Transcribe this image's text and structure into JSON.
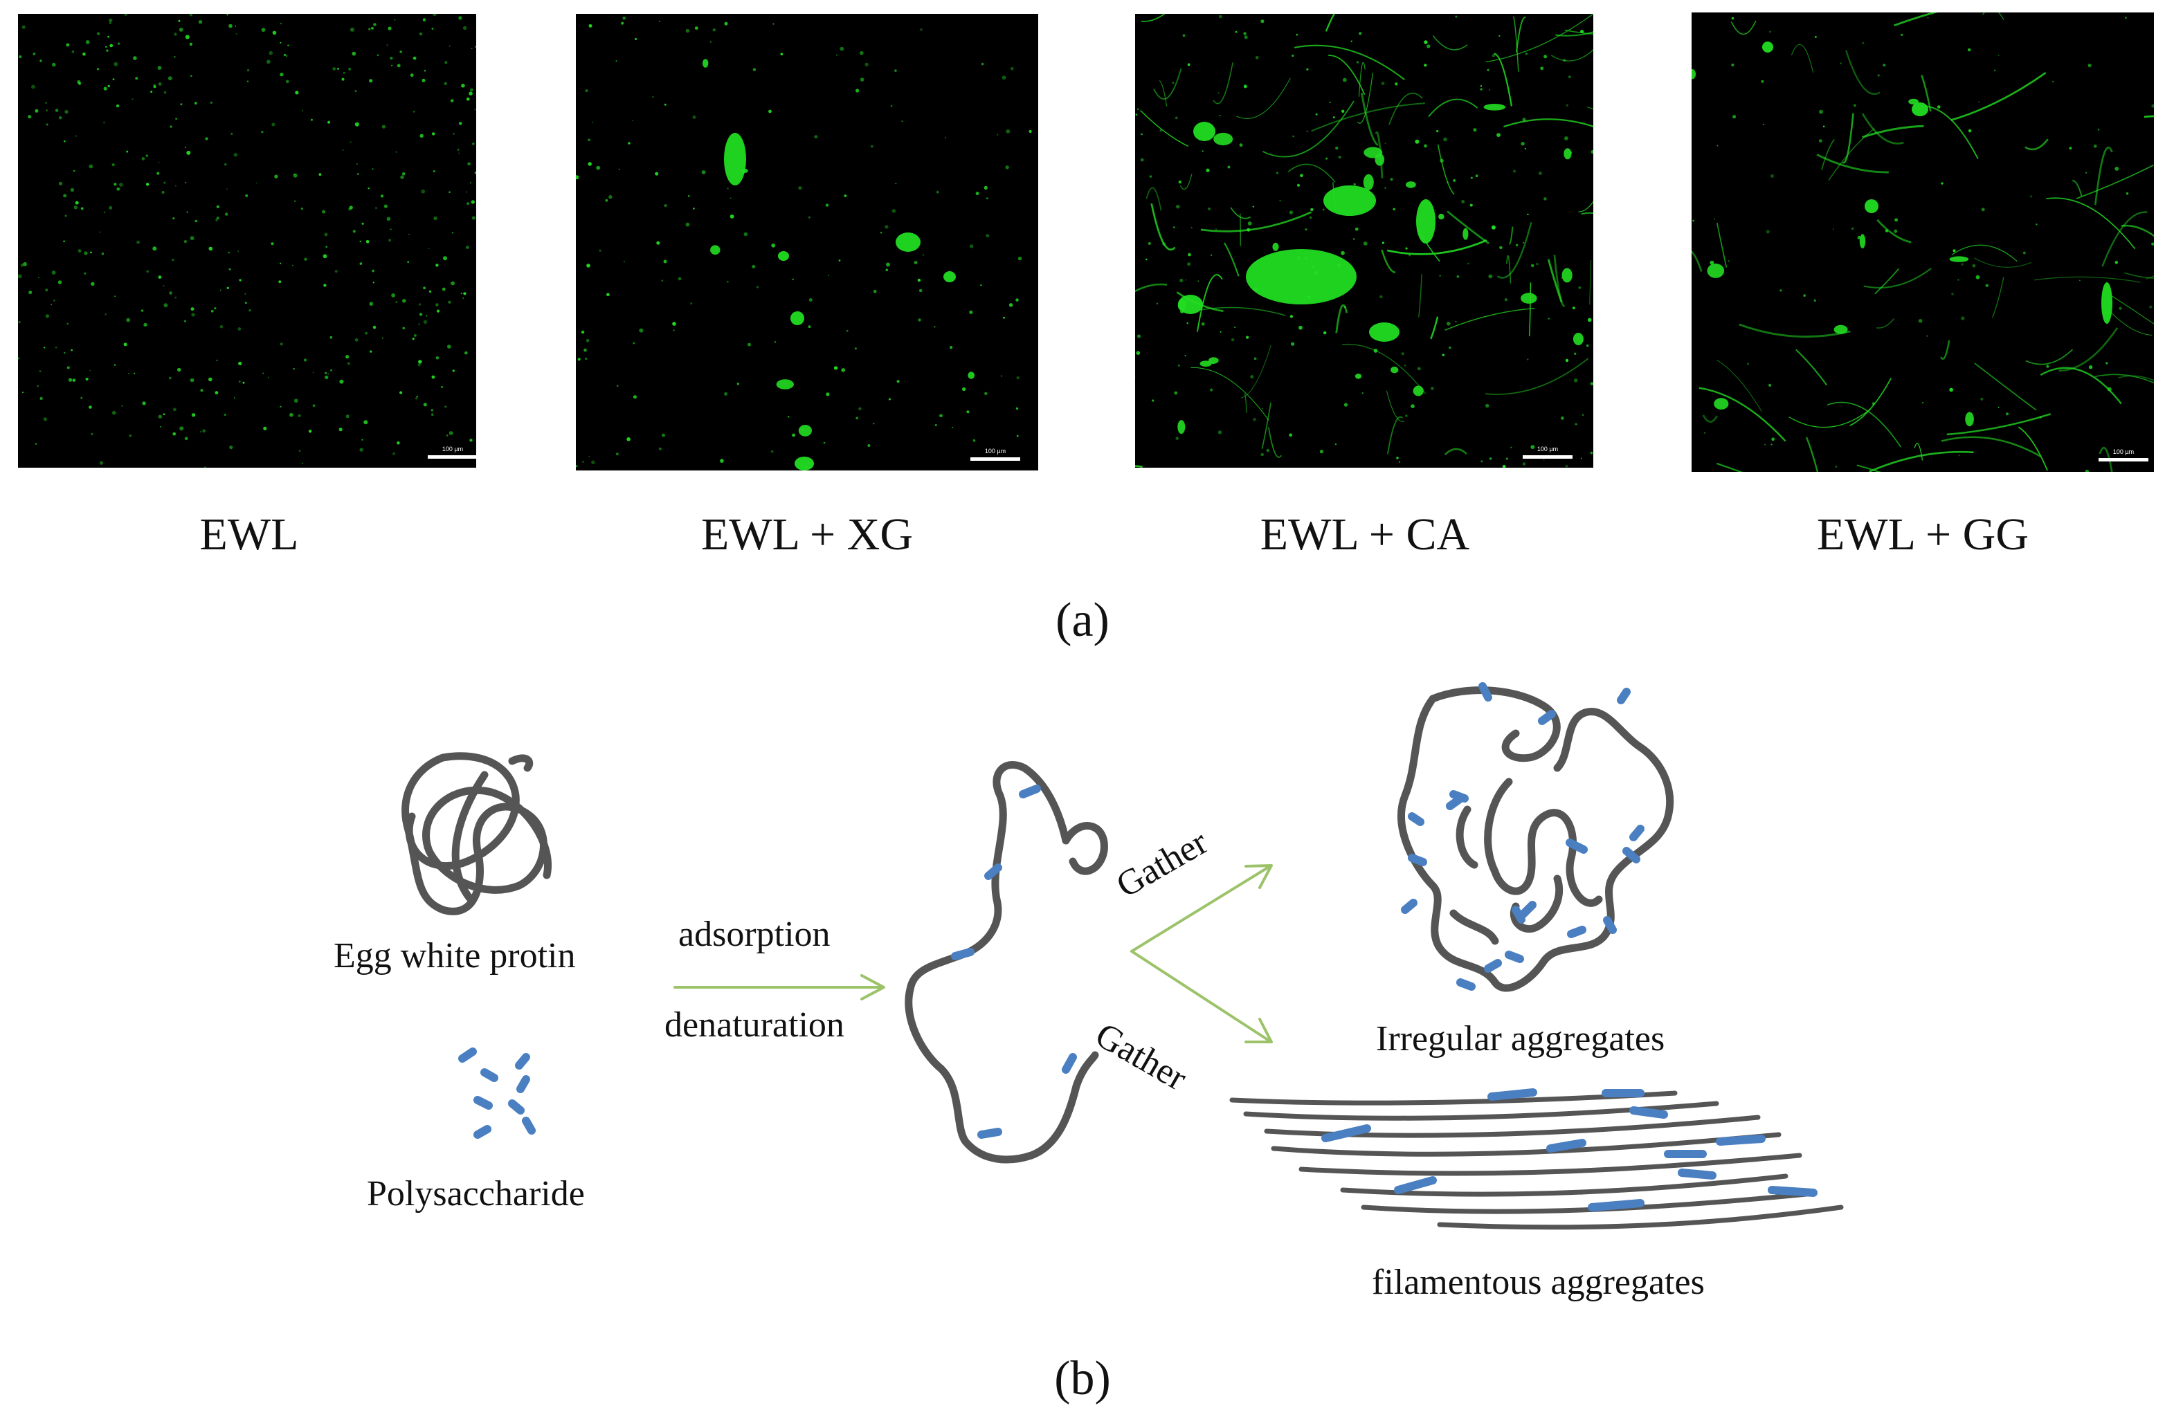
{
  "panel_a": {
    "caption": "(a)",
    "panels": [
      {
        "label": "EWL",
        "scale_bar": "100 µm"
      },
      {
        "label": "EWL + XG",
        "scale_bar": "100 µm"
      },
      {
        "label": "EWL + CA",
        "scale_bar": "100 µm"
      },
      {
        "label": "EWL + GG",
        "scale_bar": "100 µm"
      }
    ]
  },
  "panel_b": {
    "caption": "(b)",
    "egg_white_label": "Egg white protin",
    "polysaccharide_label": "Polysaccharide",
    "arrow_top_label": "adsorption",
    "arrow_bottom_label": "denaturation",
    "gather_upper": "Gather",
    "gather_lower": "Gather",
    "irregular_label": "Irregular aggregates",
    "filamentous_label": "filamentous aggregates"
  },
  "colors": {
    "fluorescence": "#22dd22",
    "protein_chain": "#555555",
    "polysaccharide": "#4a7fc1",
    "arrow": "#9dc36a"
  }
}
